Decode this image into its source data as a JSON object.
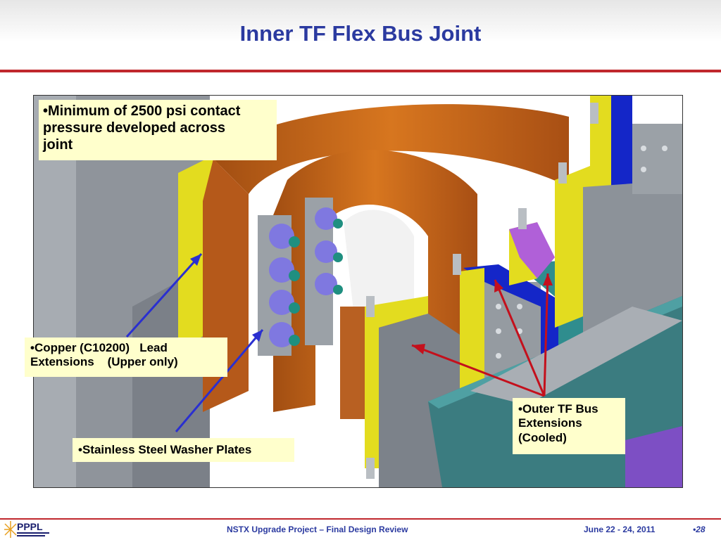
{
  "slide": {
    "title": "Inner TF Flex Bus Joint"
  },
  "callouts": {
    "contact_pressure": {
      "line1": "•Minimum of 2500 psi contact",
      "line2": "pressure developed across",
      "line3": "joint"
    },
    "copper_leads": {
      "line1": "•Copper (C10200)   Lead",
      "line2": "Extensions    (Upper only)"
    },
    "washer_plates": {
      "line1": "•Stainless Steel Washer Plates"
    },
    "outer_bus": {
      "line1": "•Outer TF Bus",
      "line2": "Extensions",
      "line3": "(Cooled)"
    }
  },
  "footer": {
    "logo_text": "PPPL",
    "project": "NSTX Upgrade Project – Final Design Review",
    "date": "June 22 - 24, 2011",
    "page": "•28"
  },
  "colors": {
    "title": "#2b3aa0",
    "rule": "#c0282d",
    "callout_bg": "#ffffcc",
    "copper": "#c8651a",
    "flange": "#e8e020",
    "steel": "#8a9098",
    "teal": "#2f7f83",
    "blue_insulator": "#1020c8",
    "arrow_blue": "#2a2fd0",
    "arrow_red": "#c4101c"
  }
}
